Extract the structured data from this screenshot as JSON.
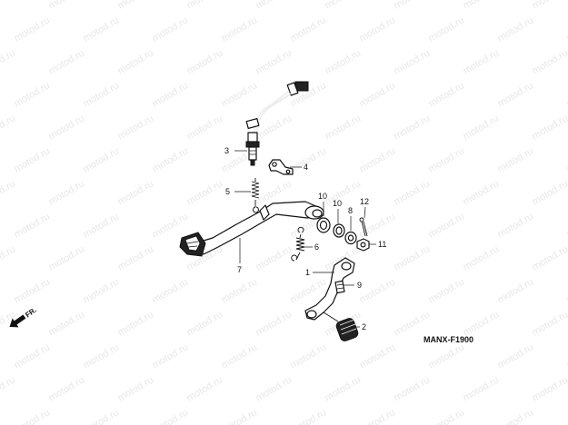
{
  "watermark": {
    "text": "motod.ru"
  },
  "diagram": {
    "code": "MANX-F1900",
    "direction_label": "FR."
  },
  "callouts": [
    {
      "id": "c3",
      "label": "3"
    },
    {
      "id": "c4",
      "label": "4"
    },
    {
      "id": "c5",
      "label": "5"
    },
    {
      "id": "c10a",
      "label": "10"
    },
    {
      "id": "c10b",
      "label": "10"
    },
    {
      "id": "c8",
      "label": "8"
    },
    {
      "id": "c12",
      "label": "12"
    },
    {
      "id": "c6",
      "label": "6"
    },
    {
      "id": "c11",
      "label": "11"
    },
    {
      "id": "c7",
      "label": "7"
    },
    {
      "id": "c1",
      "label": "1"
    },
    {
      "id": "c9",
      "label": "9"
    },
    {
      "id": "c2",
      "label": "2"
    }
  ]
}
